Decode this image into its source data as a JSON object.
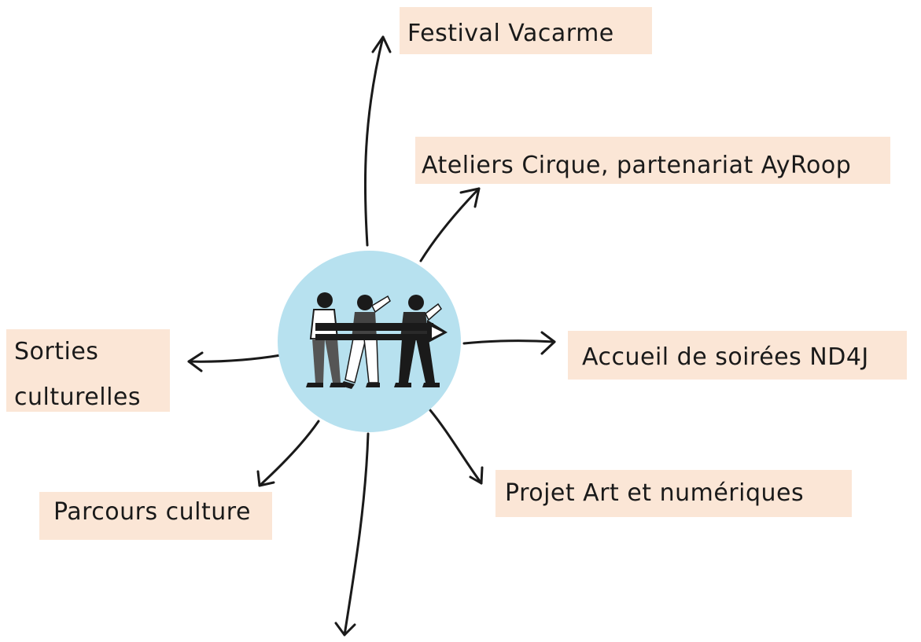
{
  "nodes": {
    "festival": "Festival Vacarme",
    "ateliers": "Ateliers Cirque, partenariat AyRoop",
    "accueil": "Accueil de soirées ND4J",
    "projet": "Projet Art et numériques",
    "parcours": "Parcours culture",
    "sorties_line1": "Sorties",
    "sorties_line2": "culturelles"
  },
  "colors": {
    "label_bg": "#fbe6d6",
    "hub": "#b7e1ef",
    "ink": "#1a1a1a"
  }
}
